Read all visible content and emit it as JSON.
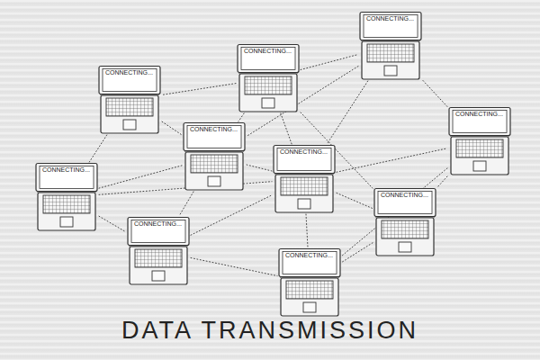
{
  "diagram": {
    "title": "DATA TRANSMISSION",
    "nodes": [
      {
        "text": [
          "CONNECTING..."
        ]
      },
      {
        "text": [
          "CONNECTING..."
        ]
      },
      {
        "text": [
          "CONNECTING..."
        ]
      },
      {
        "text": [
          "CONNECTING..."
        ]
      },
      {
        "text": [
          "CONNECTING..."
        ]
      },
      {
        "text": [
          "CONNECTING..."
        ]
      },
      {
        "text": [
          "CONNECTING..."
        ]
      },
      {
        "text": [
          "CONNECTING..."
        ]
      },
      {
        "text": [
          "CONNECTING..."
        ]
      },
      {
        "text": [
          "CONNECTING..."
        ]
      }
    ],
    "edges": [
      {
        "from": 1,
        "to": 2,
        "arrow": "none"
      },
      {
        "from": 1,
        "to": 0,
        "arrow": "none"
      },
      {
        "from": 1,
        "to": 4,
        "arrow": "none"
      },
      {
        "from": 1,
        "to": 5,
        "arrow": "none"
      },
      {
        "from": 0,
        "to": 5,
        "arrow": "none"
      },
      {
        "from": 0,
        "to": 3,
        "arrow": "none"
      },
      {
        "from": 0,
        "to": 4,
        "arrow": "none"
      },
      {
        "from": 2,
        "to": 4,
        "arrow": "none"
      },
      {
        "from": 2,
        "to": 6,
        "arrow": "none"
      },
      {
        "from": 4,
        "to": 5,
        "arrow": "none"
      },
      {
        "from": 6,
        "to": 4,
        "arrow": "none"
      },
      {
        "from": 6,
        "to": 8,
        "arrow": "none"
      },
      {
        "from": 6,
        "to": 5,
        "arrow": "none"
      },
      {
        "from": 4,
        "to": 8,
        "arrow": "none"
      },
      {
        "from": 8,
        "to": 5,
        "arrow": "none"
      },
      {
        "from": 8,
        "to": 9,
        "arrow": "none"
      },
      {
        "from": 5,
        "to": 9,
        "arrow": "none"
      },
      {
        "from": 5,
        "to": 7,
        "arrow": "none"
      },
      {
        "from": 5,
        "to": 3,
        "arrow": "none"
      },
      {
        "from": 3,
        "to": 7,
        "arrow": "none"
      },
      {
        "from": 3,
        "to": 9,
        "arrow": "none"
      },
      {
        "from": 7,
        "to": 9,
        "arrow": "none"
      },
      {
        "from": 1,
        "to": 7,
        "arrow": "none"
      }
    ]
  }
}
